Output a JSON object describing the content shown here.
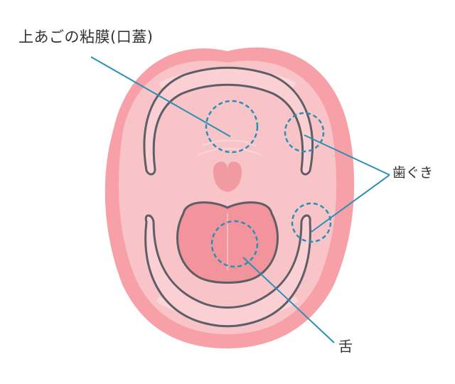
{
  "labels": {
    "palate": "上あごの粘膜(口蓋)",
    "gums": "歯ぐき",
    "tongue": "舌"
  },
  "colors": {
    "lip_outer": "#f7a0a7",
    "mouth_inner": "#f9c4c8",
    "outline": "#5e5e66",
    "tongue": "#f3949c",
    "uvula": "#f29aa2",
    "highlight": "#fbd6d9",
    "callout_line": "#2a8fb4",
    "dashed_circle": "#2a8fb4",
    "text": "#333333"
  }
}
